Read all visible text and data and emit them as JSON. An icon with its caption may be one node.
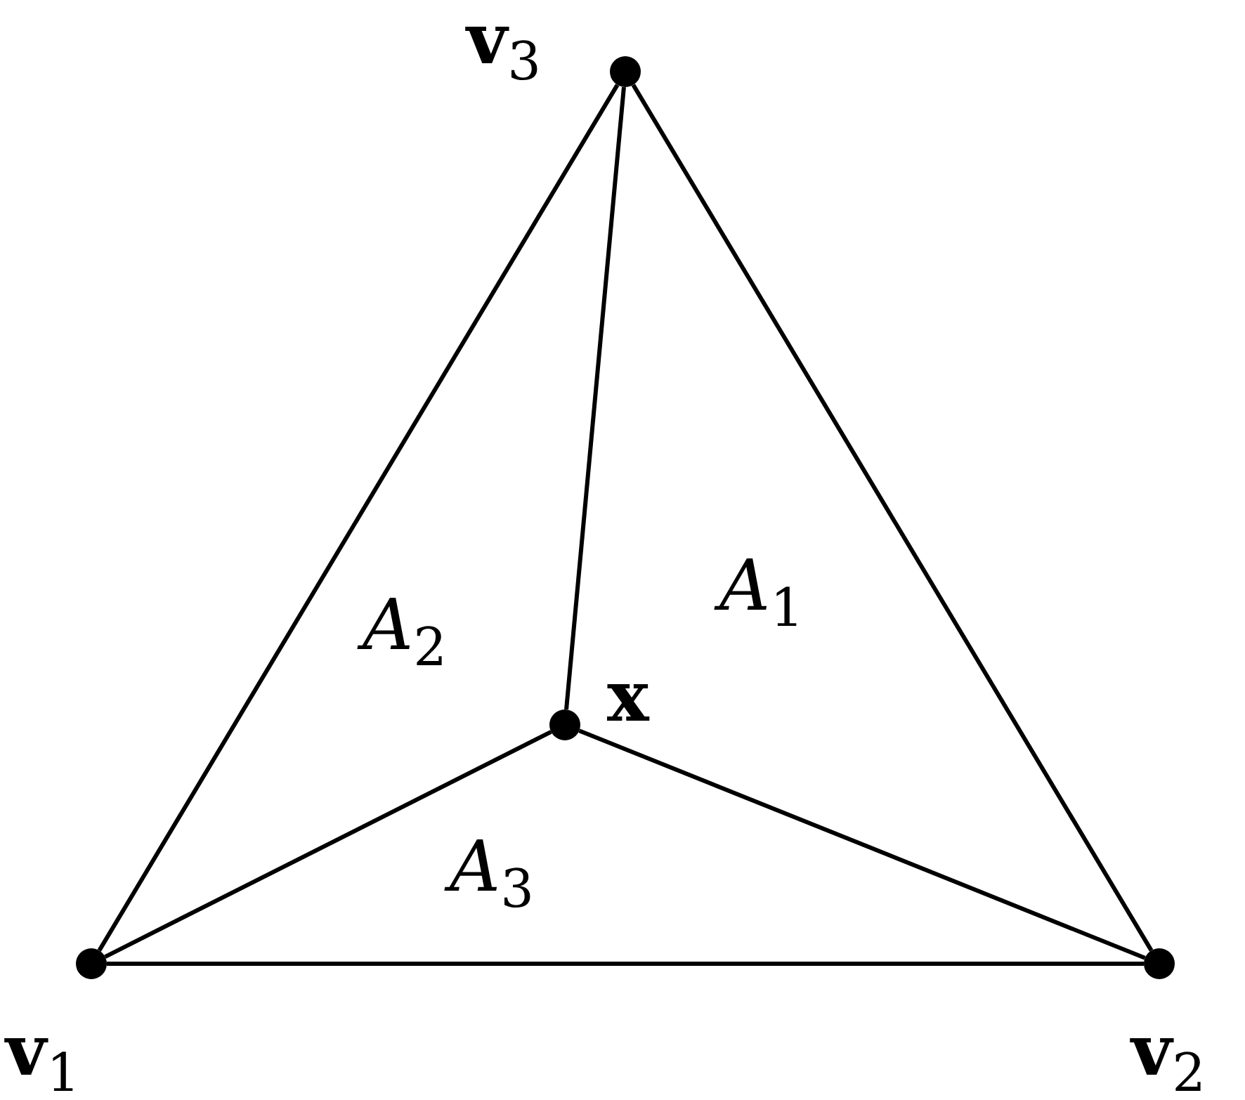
{
  "diagram": {
    "nodes": [
      {
        "text": [],
        "shape": "circle",
        "beside": [
          "**v**$_{1}$"
        ]
      },
      {
        "text": [],
        "shape": "circle",
        "beside": [
          "**v**$_{2}$"
        ]
      },
      {
        "text": [],
        "shape": "circle",
        "beside": [
          "**v**$_{3}$"
        ]
      },
      {
        "text": [],
        "shape": "circle",
        "beside": [
          "x"
        ]
      }
    ],
    "edges": [
      {
        "from": 0,
        "to": 1,
        "arrow": "none"
      },
      {
        "from": 1,
        "to": 2,
        "arrow": "none"
      },
      {
        "from": 2,
        "to": 0,
        "arrow": "none"
      },
      {
        "from": 3,
        "to": 2,
        "arrow": "none"
      },
      {
        "from": 3,
        "to": 0,
        "arrow": "none"
      },
      {
        "from": 3,
        "to": 1,
        "arrow": "none"
      }
    ],
    "labels": [
      "*A*$_{1}$",
      "*A*$_{2}$",
      "*A*$_{3}$"
    ]
  }
}
